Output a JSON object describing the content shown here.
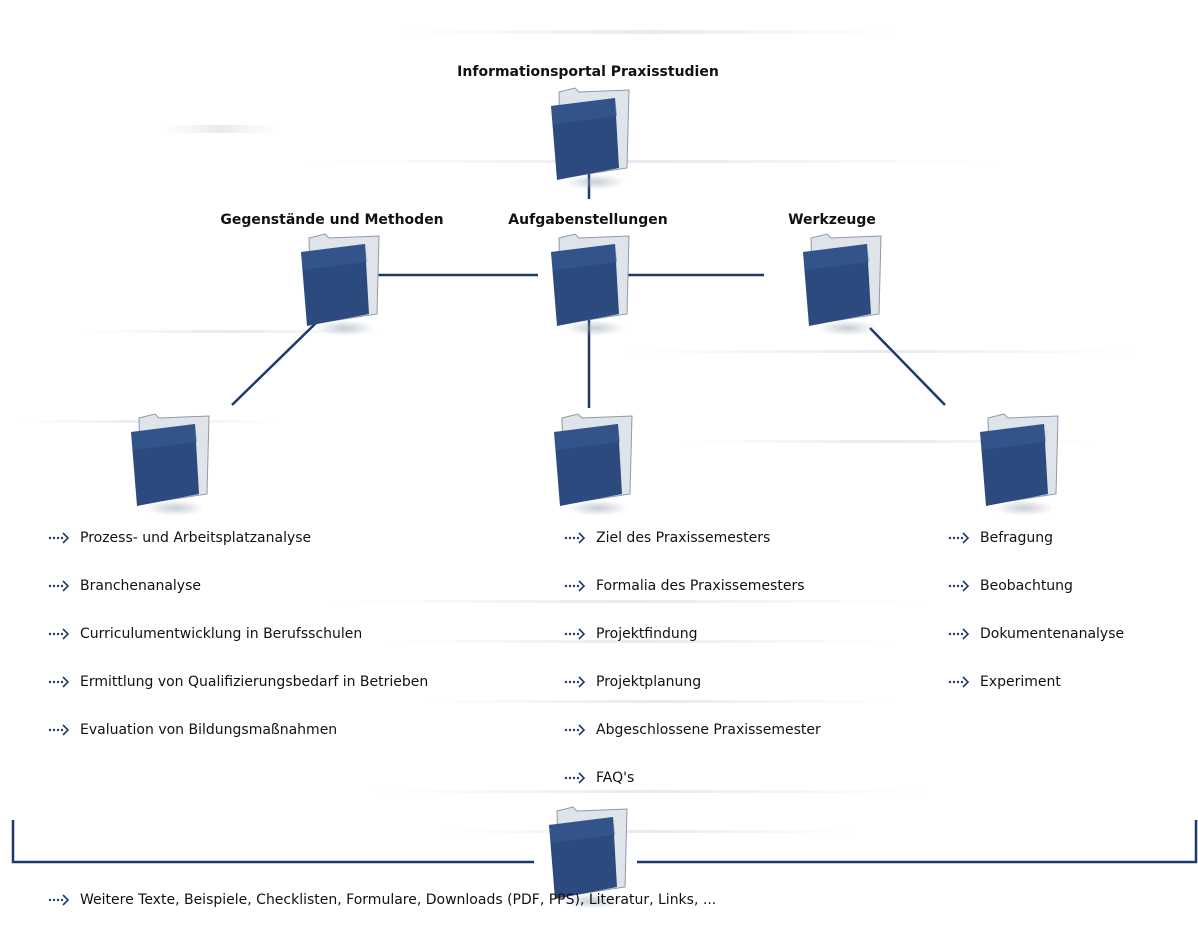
{
  "nodes": {
    "root": {
      "label": "Informationsportal Praxisstudien"
    },
    "methods": {
      "label": "Gegenstände und Methoden"
    },
    "tasks": {
      "label": "Aufgabenstellungen"
    },
    "tools": {
      "label": "Werkzeuge"
    }
  },
  "lists": {
    "methods": [
      "Prozess- und Arbeitsplatzanalyse",
      "Branchenanalyse",
      "Curriculumentwicklung in Berufsschulen",
      "Ermittlung von Qualifizierungsbedarf in Betrieben",
      "Evaluation von Bildungsmaßnahmen"
    ],
    "tasks": [
      "Ziel des Praxissemesters",
      "Formalia des Praxissemesters",
      "Projektfindung",
      "Projektplanung",
      "Abgeschlossene Praxissemester",
      "FAQ's"
    ],
    "tools": [
      "Befragung",
      "Beobachtung",
      "Dokumentenanalyse",
      "Experiment"
    ]
  },
  "footer": {
    "link": "Weitere Texte, Beispiele, Checklisten, Formulare, Downloads (PDF, PPS), Literatur, Links, ..."
  },
  "colors": {
    "folder": "#2c4a7e",
    "lines": "#1d3a6b"
  }
}
